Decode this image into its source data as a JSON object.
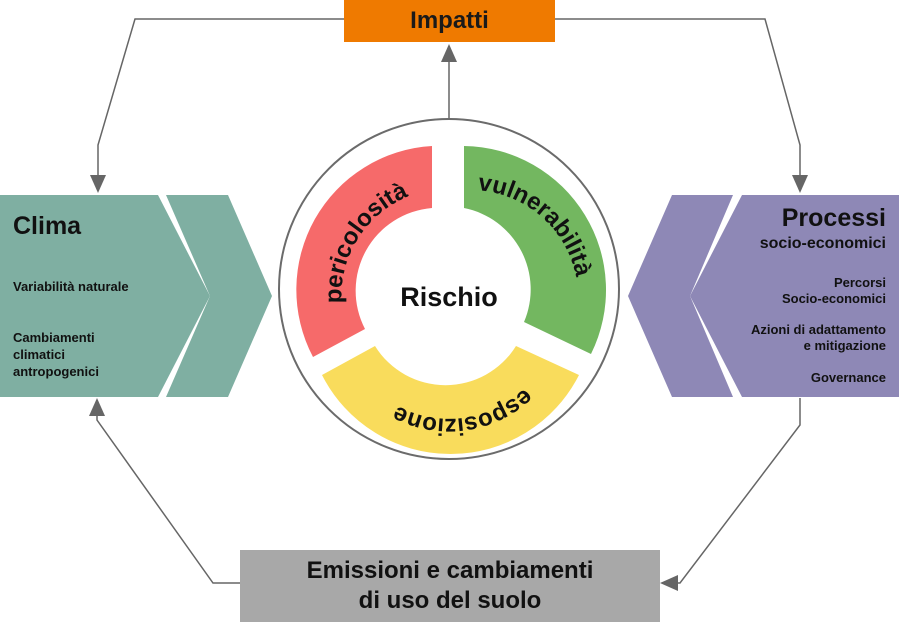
{
  "top": {
    "label": "Impatti"
  },
  "bottom": {
    "line1": "Emissioni e cambiamenti",
    "line2": "di uso del suolo"
  },
  "left": {
    "title": "Clima",
    "items": [
      "Variabilità naturale",
      "Cambiamenti",
      "climatici",
      "antropogenici"
    ]
  },
  "right": {
    "title": "Processi",
    "subtitle": "socio-economici",
    "items": [
      "Percorsi",
      "Socio-economici",
      "Azioni di adattamento",
      "e mitigazione",
      "Governance"
    ]
  },
  "center": {
    "label": "Rischio",
    "segments": {
      "hazard": "pericolosità",
      "vulnerability": "vulnerabilità",
      "exposure": "esposizione"
    }
  },
  "colors": {
    "impatti": "#ef7a00",
    "emissioni": "#a8a8a8",
    "clima": "#7fafa2",
    "processi": "#8e88b6",
    "hazard": "#f66a6a",
    "vulnerability": "#73b760",
    "exposure": "#f9dc5c",
    "connector": "#666666"
  }
}
